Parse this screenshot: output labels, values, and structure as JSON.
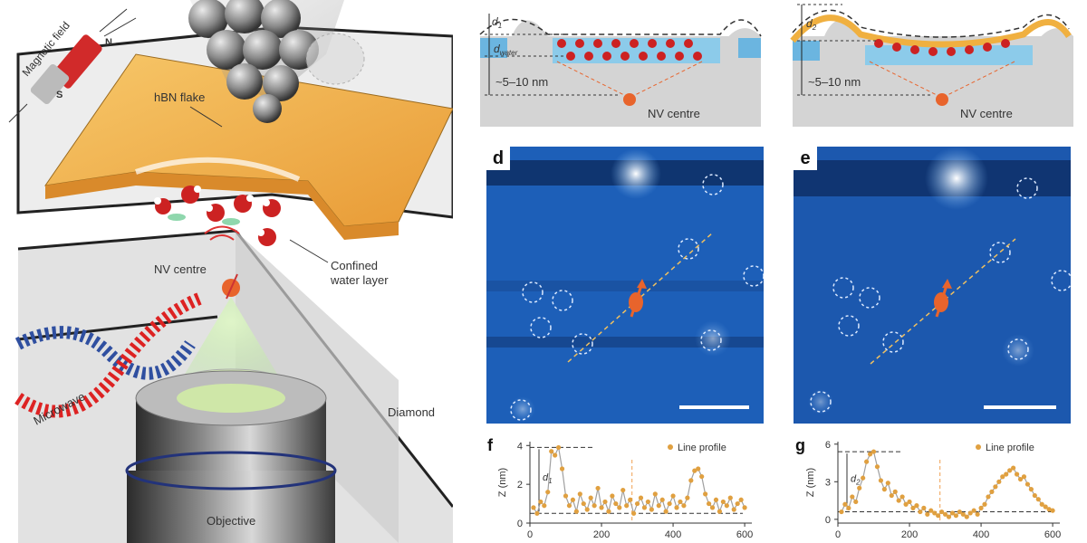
{
  "figure": {
    "panel_a_labels": {
      "magnetic_field": "Magnetic field",
      "north": "N",
      "south": "S",
      "hbn_flake": "hBN flake",
      "nv_centre": "NV centre",
      "confined_water": "Confined\nwater layer",
      "microwave": "Microwave",
      "diamond": "Diamond",
      "objective": "Objective"
    },
    "panel_b": {
      "d_label": "d",
      "d_sub": "1",
      "dwater_label": "d",
      "dwater_sub": "water",
      "depth": "~5–10 nm",
      "nv": "NV centre"
    },
    "panel_c": {
      "d_label": "d",
      "d_sub": "2",
      "depth": "~5–10 nm",
      "nv": "NV centre"
    },
    "panel_d": {
      "letter": "d"
    },
    "panel_e": {
      "letter": "e"
    },
    "colors": {
      "map_bg": "#1d5fb8",
      "nv_orange": "#e8642c",
      "hbn_orange": "#f2b14a",
      "profile_dot": "#e0a040",
      "water_blue": "#7cc4e6"
    }
  },
  "chart_data": [
    {
      "type": "scatter",
      "panel": "f",
      "ylabel": "Z (nm)",
      "legend": "Line profile",
      "legend_position": "top-right",
      "annotation": "d",
      "annotation_sub": "1",
      "xlim": [
        0,
        620
      ],
      "ylim": [
        0,
        4.2
      ],
      "xticks": [
        0,
        200,
        400,
        600
      ],
      "yticks": [
        0,
        2,
        4
      ],
      "x": [
        10,
        20,
        30,
        40,
        50,
        60,
        70,
        80,
        90,
        100,
        110,
        120,
        130,
        140,
        150,
        160,
        170,
        180,
        190,
        200,
        210,
        220,
        230,
        240,
        250,
        260,
        270,
        280,
        290,
        300,
        310,
        320,
        330,
        340,
        350,
        360,
        370,
        380,
        390,
        400,
        410,
        420,
        430,
        440,
        450,
        460,
        470,
        480,
        490,
        500,
        510,
        520,
        530,
        540,
        550,
        560,
        570,
        580,
        590,
        600
      ],
      "y": [
        0.8,
        0.5,
        1.1,
        0.9,
        1.6,
        3.7,
        3.5,
        3.9,
        2.8,
        1.4,
        0.9,
        1.2,
        0.6,
        1.5,
        1.0,
        0.7,
        1.3,
        0.9,
        1.8,
        0.8,
        1.1,
        0.6,
        1.4,
        1.0,
        0.8,
        1.7,
        0.9,
        1.2,
        0.5,
        1.0,
        1.3,
        0.8,
        1.1,
        0.7,
        1.5,
        0.9,
        1.2,
        0.6,
        1.0,
        1.4,
        0.8,
        1.1,
        0.9,
        1.3,
        2.2,
        2.7,
        2.8,
        2.4,
        1.5,
        1.0,
        0.8,
        1.2,
        0.6,
        1.1,
        0.9,
        1.3,
        0.7,
        1.0,
        1.2,
        0.8
      ]
    },
    {
      "type": "scatter",
      "panel": "g",
      "ylabel": "Z (nm)",
      "legend": "Line profile",
      "legend_position": "top-right",
      "annotation": "d",
      "annotation_sub": "2",
      "xlim": [
        0,
        620
      ],
      "ylim": [
        -0.3,
        6.2
      ],
      "xticks": [
        0,
        200,
        400,
        600
      ],
      "yticks": [
        0,
        3,
        6
      ],
      "x": [
        10,
        20,
        30,
        40,
        50,
        60,
        70,
        80,
        90,
        100,
        110,
        120,
        130,
        140,
        150,
        160,
        170,
        180,
        190,
        200,
        210,
        220,
        230,
        240,
        250,
        260,
        270,
        280,
        290,
        300,
        310,
        320,
        330,
        340,
        350,
        360,
        370,
        380,
        390,
        400,
        410,
        420,
        430,
        440,
        450,
        460,
        470,
        480,
        490,
        500,
        510,
        520,
        530,
        540,
        550,
        560,
        570,
        580,
        590,
        600
      ],
      "y": [
        0.6,
        1.2,
        0.9,
        1.8,
        1.4,
        2.5,
        3.3,
        4.6,
        5.2,
        5.4,
        4.2,
        3.1,
        2.4,
        2.9,
        1.9,
        2.2,
        1.5,
        1.8,
        1.2,
        1.4,
        0.9,
        1.1,
        0.6,
        0.9,
        0.4,
        0.7,
        0.5,
        0.3,
        0.6,
        0.4,
        0.2,
        0.5,
        0.3,
        0.6,
        0.4,
        0.2,
        0.5,
        0.7,
        0.4,
        0.9,
        1.2,
        1.8,
        2.2,
        2.6,
        3.0,
        3.4,
        3.6,
        3.9,
        4.1,
        3.6,
        3.2,
        3.4,
        2.8,
        2.4,
        1.9,
        1.6,
        1.2,
        1.0,
        0.8,
        0.7
      ]
    }
  ]
}
